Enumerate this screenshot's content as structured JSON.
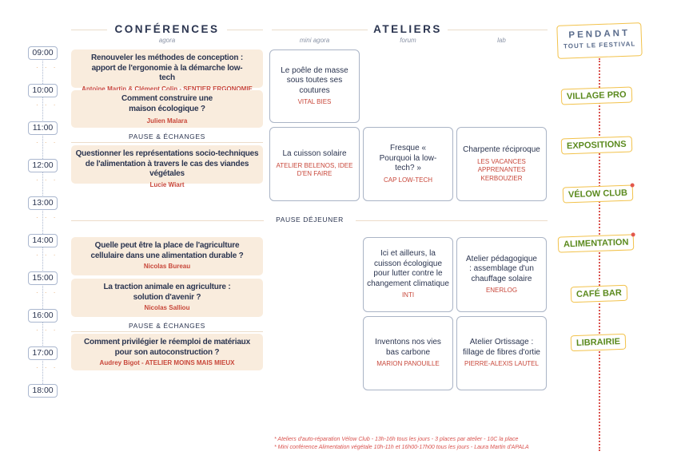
{
  "headers": {
    "conferences": "CONFÉRENCES",
    "conferences_sub": "agora",
    "ateliers": "ATELIERS",
    "ateliers_sub": [
      "mini agora",
      "forum",
      "lab"
    ]
  },
  "times": [
    "09:00",
    "10:00",
    "11:00",
    "12:00",
    "13:00",
    "14:00",
    "15:00",
    "16:00",
    "17:00",
    "18:00"
  ],
  "conferences": [
    {
      "title": "Renouveler les méthodes de conception : apport de l'ergonomie à la démarche low-tech",
      "speaker": "Antoine Martin & Clément Colin - SENTIER ERGONOMIE"
    },
    {
      "title": "Comment construire une maison écologique ?",
      "speaker": "Julien Malara"
    },
    {
      "title": "Questionner les représentations socio-techniques de l'alimentation à travers le cas des viandes végétales",
      "speaker": "Lucie Wiart"
    },
    {
      "title": "Quelle peut être la place de l'agriculture cellulaire dans une alimentation durable ?",
      "speaker": "Nicolas Bureau"
    },
    {
      "title": "La traction animale en agriculture : solution d'avenir ?",
      "speaker": "Nicolas Salliou"
    },
    {
      "title": "Comment privilégier le réemploi de matériaux pour son autoconstruction ?",
      "speaker": "Audrey Bigot - ATELIER MOINS MAIS MIEUX"
    }
  ],
  "pauses": {
    "morning": "PAUSE & ÉCHANGES",
    "lunch": "PAUSE DÉJEUNER",
    "afternoon": "PAUSE & ÉCHANGES"
  },
  "ateliers": [
    {
      "title": "Le poêle de masse sous toutes ses coutures",
      "org": "VITAL BIES"
    },
    {
      "title": "La cuisson solaire",
      "org": "ATELIER BELENOS, IDEE D'EN FAIRE"
    },
    {
      "title": "Fresque « Pourquoi la low-tech? »",
      "org": "CAP LOW-TECH"
    },
    {
      "title": "Charpente réciproque",
      "org": "LES VACANCES APPRENANTES KERBOUZIER"
    },
    {
      "title": "Ici et ailleurs, la cuisson écologique pour lutter contre le changement climatique",
      "org": "INTI"
    },
    {
      "title": "Atelier pédagogique : assemblage d'un chauffage solaire",
      "org": "ENERLOG"
    },
    {
      "title": "Inventons nos vies bas carbone",
      "org": "MARION PANOUILLE"
    },
    {
      "title": "Atelier Ortissage : fillage de fibres d'ortie",
      "org": "PIERRE-ALEXIS LAUTEL"
    }
  ],
  "festival": {
    "title": "PENDANT",
    "subtitle": "TOUT LE FESTIVAL",
    "items": [
      "VILLAGE PRO",
      "EXPOSITIONS",
      "VÉLOW CLUB",
      "ALIMENTATION",
      "CAFÉ BAR",
      "LIBRAIRIE"
    ]
  },
  "footnotes": [
    "* Ateliers d'auto-réparation Vélow Club - 13h-16h tous les jours - 3 places par atelier - 10C la place",
    "* Mini conférence Alimentation végétale 10h-11h et 16h00-17h00 tous les jours - Laura Martin d'APALA"
  ],
  "colors": {
    "navy": "#2b3550",
    "accent_red": "#c8473a",
    "cream": "#f9ecdd",
    "yellow_border": "#f2c24b",
    "green_text": "#5b8a1e"
  }
}
